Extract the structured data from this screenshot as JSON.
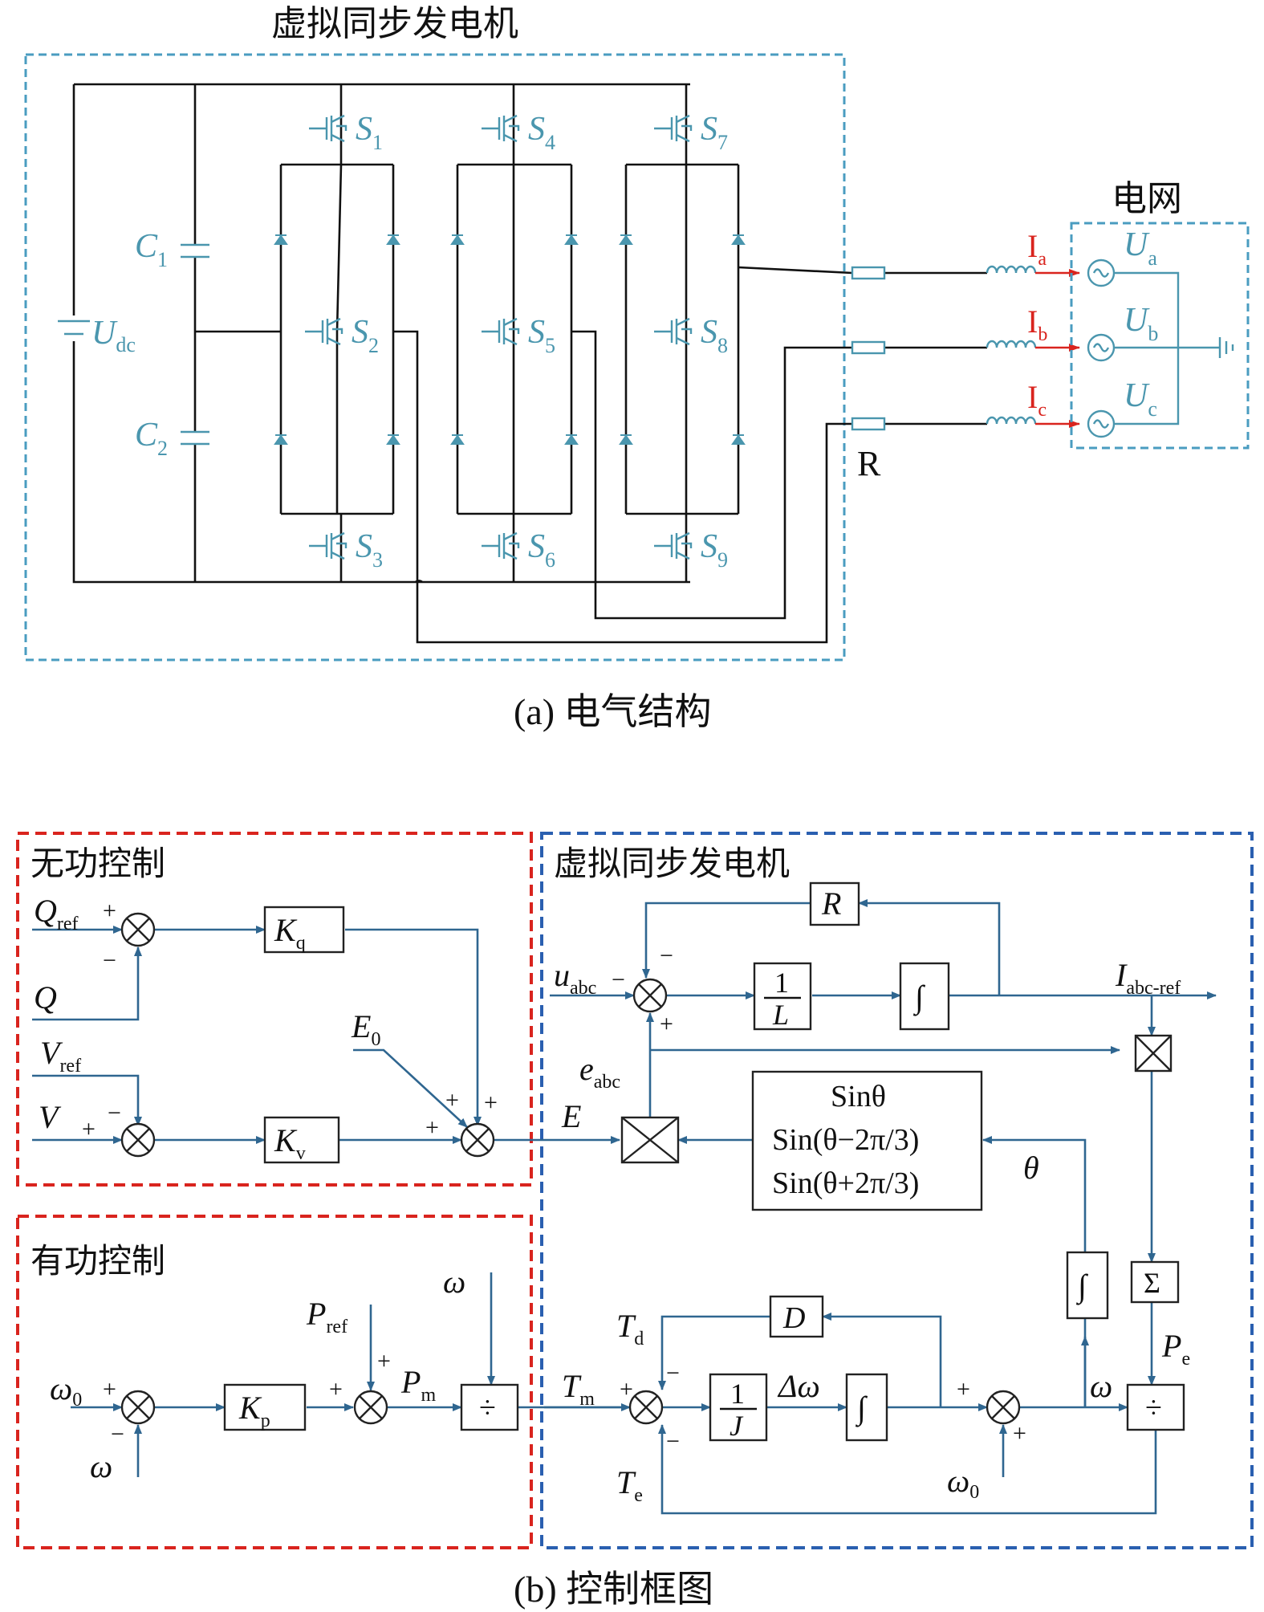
{
  "colors": {
    "teal": "#4a96ae",
    "dash_teal": "#4a9cc0",
    "red_dash": "#d9241e",
    "blue_dash": "#2a5fb0",
    "signal_blue": "#2f6690",
    "current_red": "#d9241e"
  },
  "part_a": {
    "vsg_title": "虚拟同步发电机",
    "grid_title": "电网",
    "caption": "(a) 电气结构",
    "resistor_label": "R",
    "dc": {
      "main": "U",
      "sub": "dc"
    },
    "capacitors": [
      {
        "main": "C",
        "sub": "1"
      },
      {
        "main": "C",
        "sub": "2"
      }
    ],
    "switches": [
      {
        "main": "S",
        "sub": "1"
      },
      {
        "main": "S",
        "sub": "2"
      },
      {
        "main": "S",
        "sub": "3"
      },
      {
        "main": "S",
        "sub": "4"
      },
      {
        "main": "S",
        "sub": "5"
      },
      {
        "main": "S",
        "sub": "6"
      },
      {
        "main": "S",
        "sub": "7"
      },
      {
        "main": "S",
        "sub": "8"
      },
      {
        "main": "S",
        "sub": "9"
      }
    ],
    "currents": [
      {
        "main": "I",
        "sub": "a"
      },
      {
        "main": "I",
        "sub": "b"
      },
      {
        "main": "I",
        "sub": "c"
      }
    ],
    "sources": [
      {
        "main": "U",
        "sub": "a"
      },
      {
        "main": "U",
        "sub": "b"
      },
      {
        "main": "U",
        "sub": "c"
      }
    ]
  },
  "part_b": {
    "caption": "(b) 控制框图",
    "reactive": {
      "title": "无功控制",
      "q_ref": {
        "main": "Q",
        "sub": "ref"
      },
      "q": "Q",
      "v_ref": {
        "main": "V",
        "sub": "ref"
      },
      "v": "V",
      "kq": {
        "main": "K",
        "sub": "q"
      },
      "kv": {
        "main": "K",
        "sub": "v"
      },
      "e0": {
        "main": "E",
        "sub": "0"
      },
      "e": "E"
    },
    "active": {
      "title": "有功控制",
      "omega0": {
        "main": "ω",
        "sub": "0"
      },
      "omega": "ω",
      "kp": {
        "main": "K",
        "sub": "p"
      },
      "p_ref": {
        "main": "P",
        "sub": "ref"
      },
      "p_m": {
        "main": "P",
        "sub": "m"
      },
      "div": "÷"
    },
    "vsg": {
      "title": "虚拟同步发电机",
      "r": "R",
      "one": "1",
      "l": "L",
      "j": "J",
      "integral": "∫",
      "i_abc_ref": {
        "main": "I",
        "sub": "abc-ref"
      },
      "u_abc": {
        "main": "u",
        "sub": "abc"
      },
      "e_abc": {
        "main": "e",
        "sub": "abc"
      },
      "sin_lines": [
        "Sinθ",
        "Sin(θ−2π/3)",
        "Sin(θ+2π/3)"
      ],
      "theta": "θ",
      "sigma": "Σ",
      "p_e": {
        "main": "P",
        "sub": "e"
      },
      "t_d": {
        "main": "T",
        "sub": "d"
      },
      "d": "D",
      "t_m": {
        "main": "T",
        "sub": "m"
      },
      "delta_omega": "Δω",
      "t_e": {
        "main": "T",
        "sub": "e"
      },
      "omega": "ω",
      "omega0": {
        "main": "ω",
        "sub": "0"
      },
      "div": "÷"
    },
    "signs": {
      "plus": "+",
      "minus": "−"
    }
  }
}
